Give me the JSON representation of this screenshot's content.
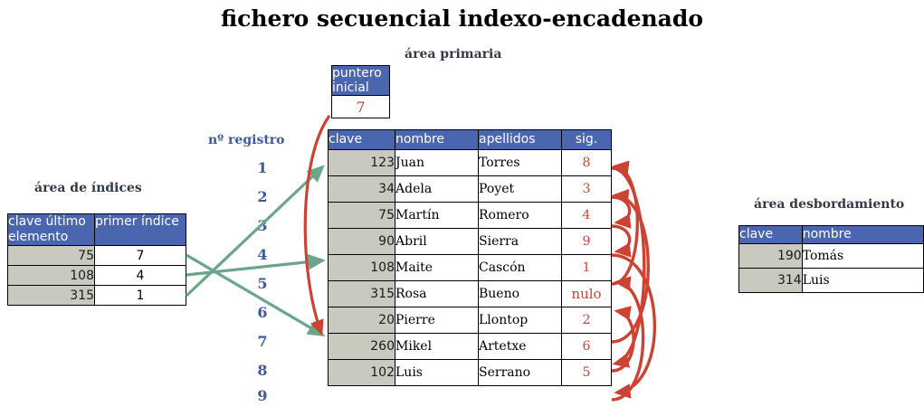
{
  "title": "fichero secuencial indexo-encadenado",
  "colors": {
    "header_blue": "#4a66ae",
    "key_gray": "#c9c9c0",
    "link_red": "#cc4233",
    "index_green": "#6aa58c",
    "caption_navy": "#333a47",
    "regnum_blue": "#3c5a9c"
  },
  "index_area": {
    "caption": "área de índices",
    "columns": [
      "clave último elemento",
      "primer índice"
    ],
    "rows": [
      {
        "clave": "75",
        "indice": "7"
      },
      {
        "clave": "108",
        "indice": "4"
      },
      {
        "clave": "315",
        "indice": "1"
      }
    ]
  },
  "register_column": {
    "label": "nº registro",
    "numbers": [
      "1",
      "2",
      "3",
      "4",
      "5",
      "6",
      "7",
      "8",
      "9"
    ]
  },
  "primary_area": {
    "caption": "área primaria",
    "pointer": {
      "header": "puntero inicial",
      "value": "7"
    },
    "columns": [
      "clave",
      "nombre",
      "apellidos",
      "sig."
    ],
    "rows": [
      {
        "n": "1",
        "clave": "123",
        "nombre": "Juan",
        "apellidos": "Torres",
        "sig": "8"
      },
      {
        "n": "2",
        "clave": "34",
        "nombre": "Adela",
        "apellidos": "Poyet",
        "sig": "3"
      },
      {
        "n": "3",
        "clave": "75",
        "nombre": "Martín",
        "apellidos": "Romero",
        "sig": "4"
      },
      {
        "n": "4",
        "clave": "90",
        "nombre": "Abril",
        "apellidos": "Sierra",
        "sig": "9"
      },
      {
        "n": "5",
        "clave": "108",
        "nombre": "Maite",
        "apellidos": "Cascón",
        "sig": "1"
      },
      {
        "n": "6",
        "clave": "315",
        "nombre": "Rosa",
        "apellidos": "Bueno",
        "sig": "nulo"
      },
      {
        "n": "7",
        "clave": "20",
        "nombre": "Pierre",
        "apellidos": "Llontop",
        "sig": "2"
      },
      {
        "n": "8",
        "clave": "260",
        "nombre": "Mikel",
        "apellidos": "Artetxe",
        "sig": "6"
      },
      {
        "n": "9",
        "clave": "102",
        "nombre": "Luis",
        "apellidos": "Serrano",
        "sig": "5"
      }
    ]
  },
  "overflow_area": {
    "caption": "área desbordamiento",
    "columns": [
      "clave",
      "nombre"
    ],
    "rows": [
      {
        "clave": "190",
        "nombre": "Tomás"
      },
      {
        "clave": "314",
        "nombre": "Luis"
      }
    ]
  },
  "links": {
    "index_to_record": [
      {
        "from_index_row": 1,
        "to_record": 7
      },
      {
        "from_index_row": 2,
        "to_record": 4
      },
      {
        "from_index_row": 3,
        "to_record": 1
      }
    ],
    "pointer_to_record": {
      "from": "puntero inicial",
      "to_record": 7
    },
    "chain": [
      {
        "from_record": 1,
        "to_record": 8
      },
      {
        "from_record": 2,
        "to_record": 3
      },
      {
        "from_record": 3,
        "to_record": 4
      },
      {
        "from_record": 4,
        "to_record": 9
      },
      {
        "from_record": 5,
        "to_record": 1
      },
      {
        "from_record": 6,
        "to_record": "nulo"
      },
      {
        "from_record": 7,
        "to_record": 2
      },
      {
        "from_record": 8,
        "to_record": 6
      },
      {
        "from_record": 9,
        "to_record": 5
      }
    ]
  }
}
